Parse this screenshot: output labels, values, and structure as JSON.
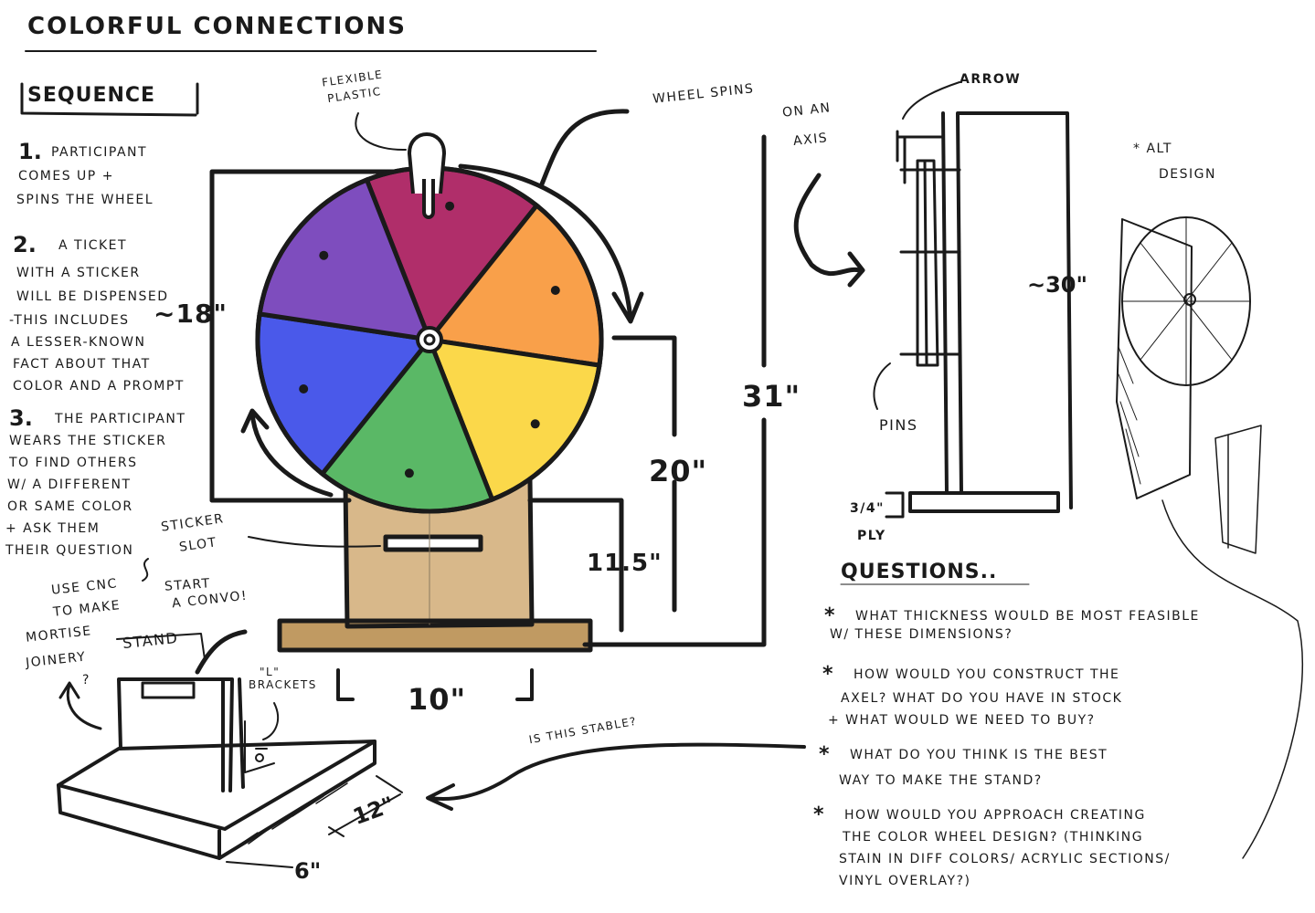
{
  "title": "COLORFUL CONNECTIONS",
  "sequence": {
    "heading": "SEQUENCE",
    "steps": [
      {
        "number": "1.",
        "lines": [
          "PARTICIPANT",
          "COMES UP +",
          "SPINS THE WHEEL"
        ]
      },
      {
        "number": "2.",
        "lines": [
          "A TICKET",
          "WITH A STICKER",
          "WILL BE DISPENSED",
          "-THIS INCLUDES",
          "A LESSER-KNOWN",
          "FACT ABOUT THAT",
          "COLOR AND A PROMPT"
        ]
      },
      {
        "number": "3.",
        "lines": [
          "THE PARTICIPANT",
          "WEARS THE STICKER",
          "TO FIND OTHERS",
          "W/ A DIFFERENT",
          "OR SAME COLOR",
          "+ ASK THEM",
          "THEIR QUESTION"
        ]
      }
    ]
  },
  "front_view": {
    "labels": {
      "flexible_plastic": [
        "FLEXIBLE",
        "PLASTIC"
      ],
      "wheel_spins": [
        "WHEEL SPINS",
        "ON AN",
        "AXIS"
      ],
      "sticker_slot": [
        "STICKER",
        "SLOT"
      ],
      "start_convo": [
        "START",
        "A CONVO!"
      ]
    },
    "dimensions": {
      "wheel_diameter": "~18\"",
      "total_height": "31\"",
      "wheel_to_base": "20\"",
      "stand_height": "11.5\"",
      "base_width": "10\""
    },
    "wheel_segments": [
      {
        "color": "#b02e6a"
      },
      {
        "color": "#f9a04a"
      },
      {
        "color": "#fbd84a"
      },
      {
        "color": "#5ab866"
      },
      {
        "color": "#4a59ea"
      },
      {
        "color": "#7e4dbe"
      }
    ],
    "stand_color": "#d8b88a",
    "base_color": "#c09a62"
  },
  "side_view": {
    "arrow_label": "ARROW",
    "pins_label": "PINS",
    "height": "~30\"",
    "ply": [
      "3/4\"",
      "PLY"
    ]
  },
  "alt_design": {
    "label": [
      "* ALT",
      "DESIGN"
    ]
  },
  "stand_detail": {
    "cnc_note": [
      "USE CNC",
      "TO MAKE",
      "MORTISE",
      "JOINERY",
      "?"
    ],
    "stand_label": "STAND",
    "brackets": [
      "\"L\"",
      "BRACKETS"
    ],
    "depth": "12\"",
    "thickness": "6\"",
    "stable_question": "IS THIS STABLE?"
  },
  "questions": {
    "heading": "QUESTIONS..",
    "items": [
      [
        "WHAT THICKNESS WOULD BE MOST FEASIBLE",
        "W/ THESE DIMENSIONS?"
      ],
      [
        "HOW WOULD YOU CONSTRUCT THE",
        "AXEL? WHAT DO YOU HAVE IN STOCK",
        "+ WHAT WOULD WE NEED TO BUY?"
      ],
      [
        "WHAT DO YOU THINK IS THE BEST",
        "WAY TO MAKE THE STAND?"
      ],
      [
        "HOW WOULD YOU APPROACH CREATING",
        "THE COLOR WHEEL DESIGN? (THINKING",
        "STAIN IN DIFF COLORS/ ACRYLIC SECTIONS/",
        "VINYL OVERLAY?)"
      ]
    ]
  }
}
